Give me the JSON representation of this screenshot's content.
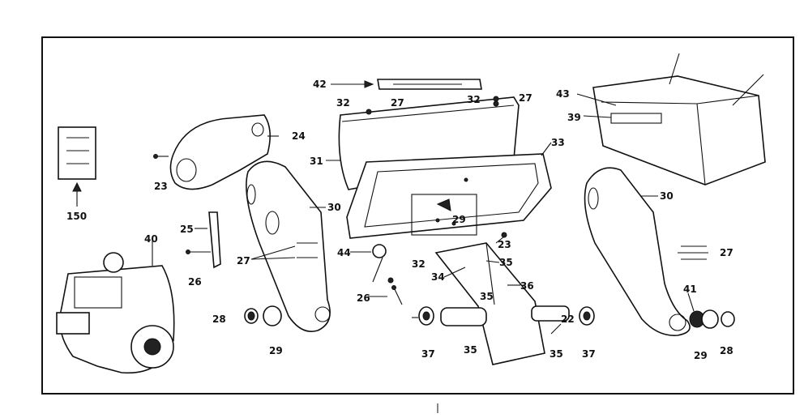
{
  "diagram": {
    "labels": [
      {
        "id": "l42",
        "text": "42"
      },
      {
        "id": "l32a",
        "text": "32"
      },
      {
        "id": "l27a",
        "text": "27"
      },
      {
        "id": "l32b",
        "text": "32"
      },
      {
        "id": "l27b",
        "text": "27"
      },
      {
        "id": "l43",
        "text": "43"
      },
      {
        "id": "l39",
        "text": "39"
      },
      {
        "id": "l24",
        "text": "24"
      },
      {
        "id": "l31",
        "text": "31"
      },
      {
        "id": "l33",
        "text": "33"
      },
      {
        "id": "l23a",
        "text": "23"
      },
      {
        "id": "l150",
        "text": "150"
      },
      {
        "id": "l30a",
        "text": "30"
      },
      {
        "id": "l30b",
        "text": "30"
      },
      {
        "id": "l25",
        "text": "25"
      },
      {
        "id": "l26a",
        "text": "26"
      },
      {
        "id": "l27c",
        "text": "27"
      },
      {
        "id": "l29b",
        "text": "29"
      },
      {
        "id": "l23b",
        "text": "23"
      },
      {
        "id": "l44",
        "text": "44"
      },
      {
        "id": "l35a",
        "text": "35"
      },
      {
        "id": "l32c",
        "text": "32"
      },
      {
        "id": "l34",
        "text": "34"
      },
      {
        "id": "l36",
        "text": "36"
      },
      {
        "id": "l35b",
        "text": "35"
      },
      {
        "id": "l27d",
        "text": "27"
      },
      {
        "id": "l40",
        "text": "40"
      },
      {
        "id": "l26b",
        "text": "26"
      },
      {
        "id": "l41",
        "text": "41"
      },
      {
        "id": "l28a",
        "text": "28"
      },
      {
        "id": "l29a",
        "text": "29"
      },
      {
        "id": "l37a",
        "text": "37"
      },
      {
        "id": "l35c",
        "text": "35"
      },
      {
        "id": "l35d",
        "text": "35"
      },
      {
        "id": "l22",
        "text": "22"
      },
      {
        "id": "l37b",
        "text": "37"
      },
      {
        "id": "l29c",
        "text": "29"
      },
      {
        "id": "l28b",
        "text": "28"
      }
    ]
  }
}
